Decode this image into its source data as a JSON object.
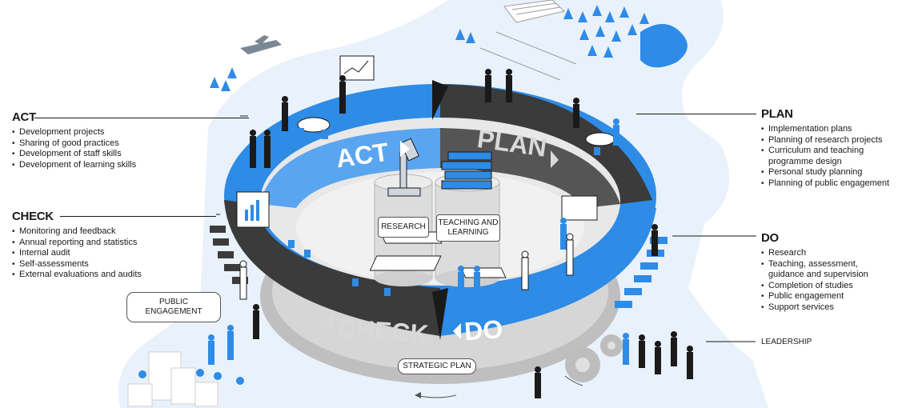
{
  "panels": {
    "act": {
      "title": "ACT",
      "items": [
        "Development projects",
        "Sharing of good practices",
        "Development of staff skills",
        "Development of learning skills"
      ]
    },
    "check": {
      "title": "CHECK",
      "items": [
        "Monitoring and feedback",
        "Annual reporting and statistics",
        "Internal audit",
        "Self-assessments",
        "External evaluations and audits"
      ]
    },
    "plan": {
      "title": "PLAN",
      "items": [
        "Implementation plans",
        "Planning of research projects",
        "Curriculum and teaching programme design",
        "Personal study planning",
        "Planning of public engagement"
      ]
    },
    "do": {
      "title": "DO",
      "items": [
        "Research",
        "Teaching, assessment, guidance and supervision",
        "Completion of studies",
        "Public engagement",
        "Support services"
      ]
    }
  },
  "ring_labels": {
    "act": "ACT",
    "plan": "PLAN",
    "check": "CHECK",
    "do": "DO"
  },
  "center_labels": {
    "research": "RESEARCH",
    "teaching_line1": "TEACHING AND",
    "teaching_line2": "LEARNING"
  },
  "side_labels": {
    "public_line1": "PUBLIC",
    "public_line2": "ENGAGEMENT",
    "strategic_plan": "STRATEGIC PLAN",
    "leadership": "LEADERSHIP"
  },
  "colors": {
    "blue": "#2e8be6",
    "light_blue": "#a9cff5",
    "dark": "#3b3b3b",
    "grey": "#9c9c9c",
    "pale": "#e7f0fa"
  }
}
